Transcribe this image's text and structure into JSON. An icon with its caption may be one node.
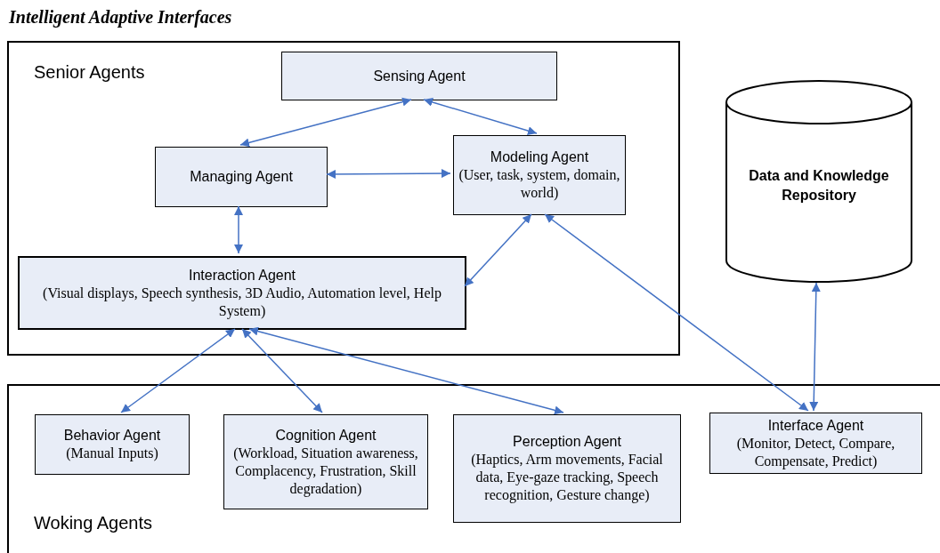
{
  "diagram": {
    "title": "Intelligent Adaptive Interfaces",
    "nodes": [
      {
        "text": [
          "Senior Agents"
        ]
      },
      {
        "text": [
          "Sensing Agent"
        ],
        "in": 0
      },
      {
        "text": [
          "Managing Agent"
        ],
        "in": 0
      },
      {
        "text": [
          "Modeling Agent",
          "(User, task, system, domain, world)"
        ],
        "in": 0
      },
      {
        "text": [
          "Interaction Agent",
          "(Visual displays, Speech synthesis, 3D Audio, Automation level, Help System)"
        ],
        "in": 0
      },
      {
        "text": [
          "Data and Knowledge Repository"
        ]
      },
      {
        "text": [
          "Woking Agents"
        ]
      },
      {
        "text": [
          "Behavior Agent",
          "(Manual Inputs)"
        ],
        "in": 6
      },
      {
        "text": [
          "Cognition Agent",
          "(Workload, Situation awareness, Complacency, Frustration, Skill degradation)"
        ],
        "in": 6
      },
      {
        "text": [
          "Perception Agent",
          "(Haptics, Arm movements, Facial data, Eye-gaze tracking, Speech recognition, Gesture change)"
        ],
        "in": 6
      },
      {
        "text": [
          "Interface Agent",
          "(Monitor, Detect, Compare, Compensate, Predict)"
        ],
        "in": 6
      }
    ],
    "edges": [
      {
        "from": 1,
        "to": 2,
        "arrow": "both"
      },
      {
        "from": 1,
        "to": 3,
        "arrow": "both"
      },
      {
        "from": 2,
        "to": 3,
        "arrow": "both"
      },
      {
        "from": 2,
        "to": 4,
        "arrow": "both"
      },
      {
        "from": 3,
        "to": 4,
        "arrow": "both"
      },
      {
        "from": 4,
        "to": 7,
        "arrow": "both"
      },
      {
        "from": 4,
        "to": 8,
        "arrow": "both"
      },
      {
        "from": 4,
        "to": 9,
        "arrow": "both"
      },
      {
        "from": 3,
        "to": 10,
        "arrow": "both"
      },
      {
        "from": 5,
        "to": 10,
        "arrow": "both"
      }
    ]
  }
}
